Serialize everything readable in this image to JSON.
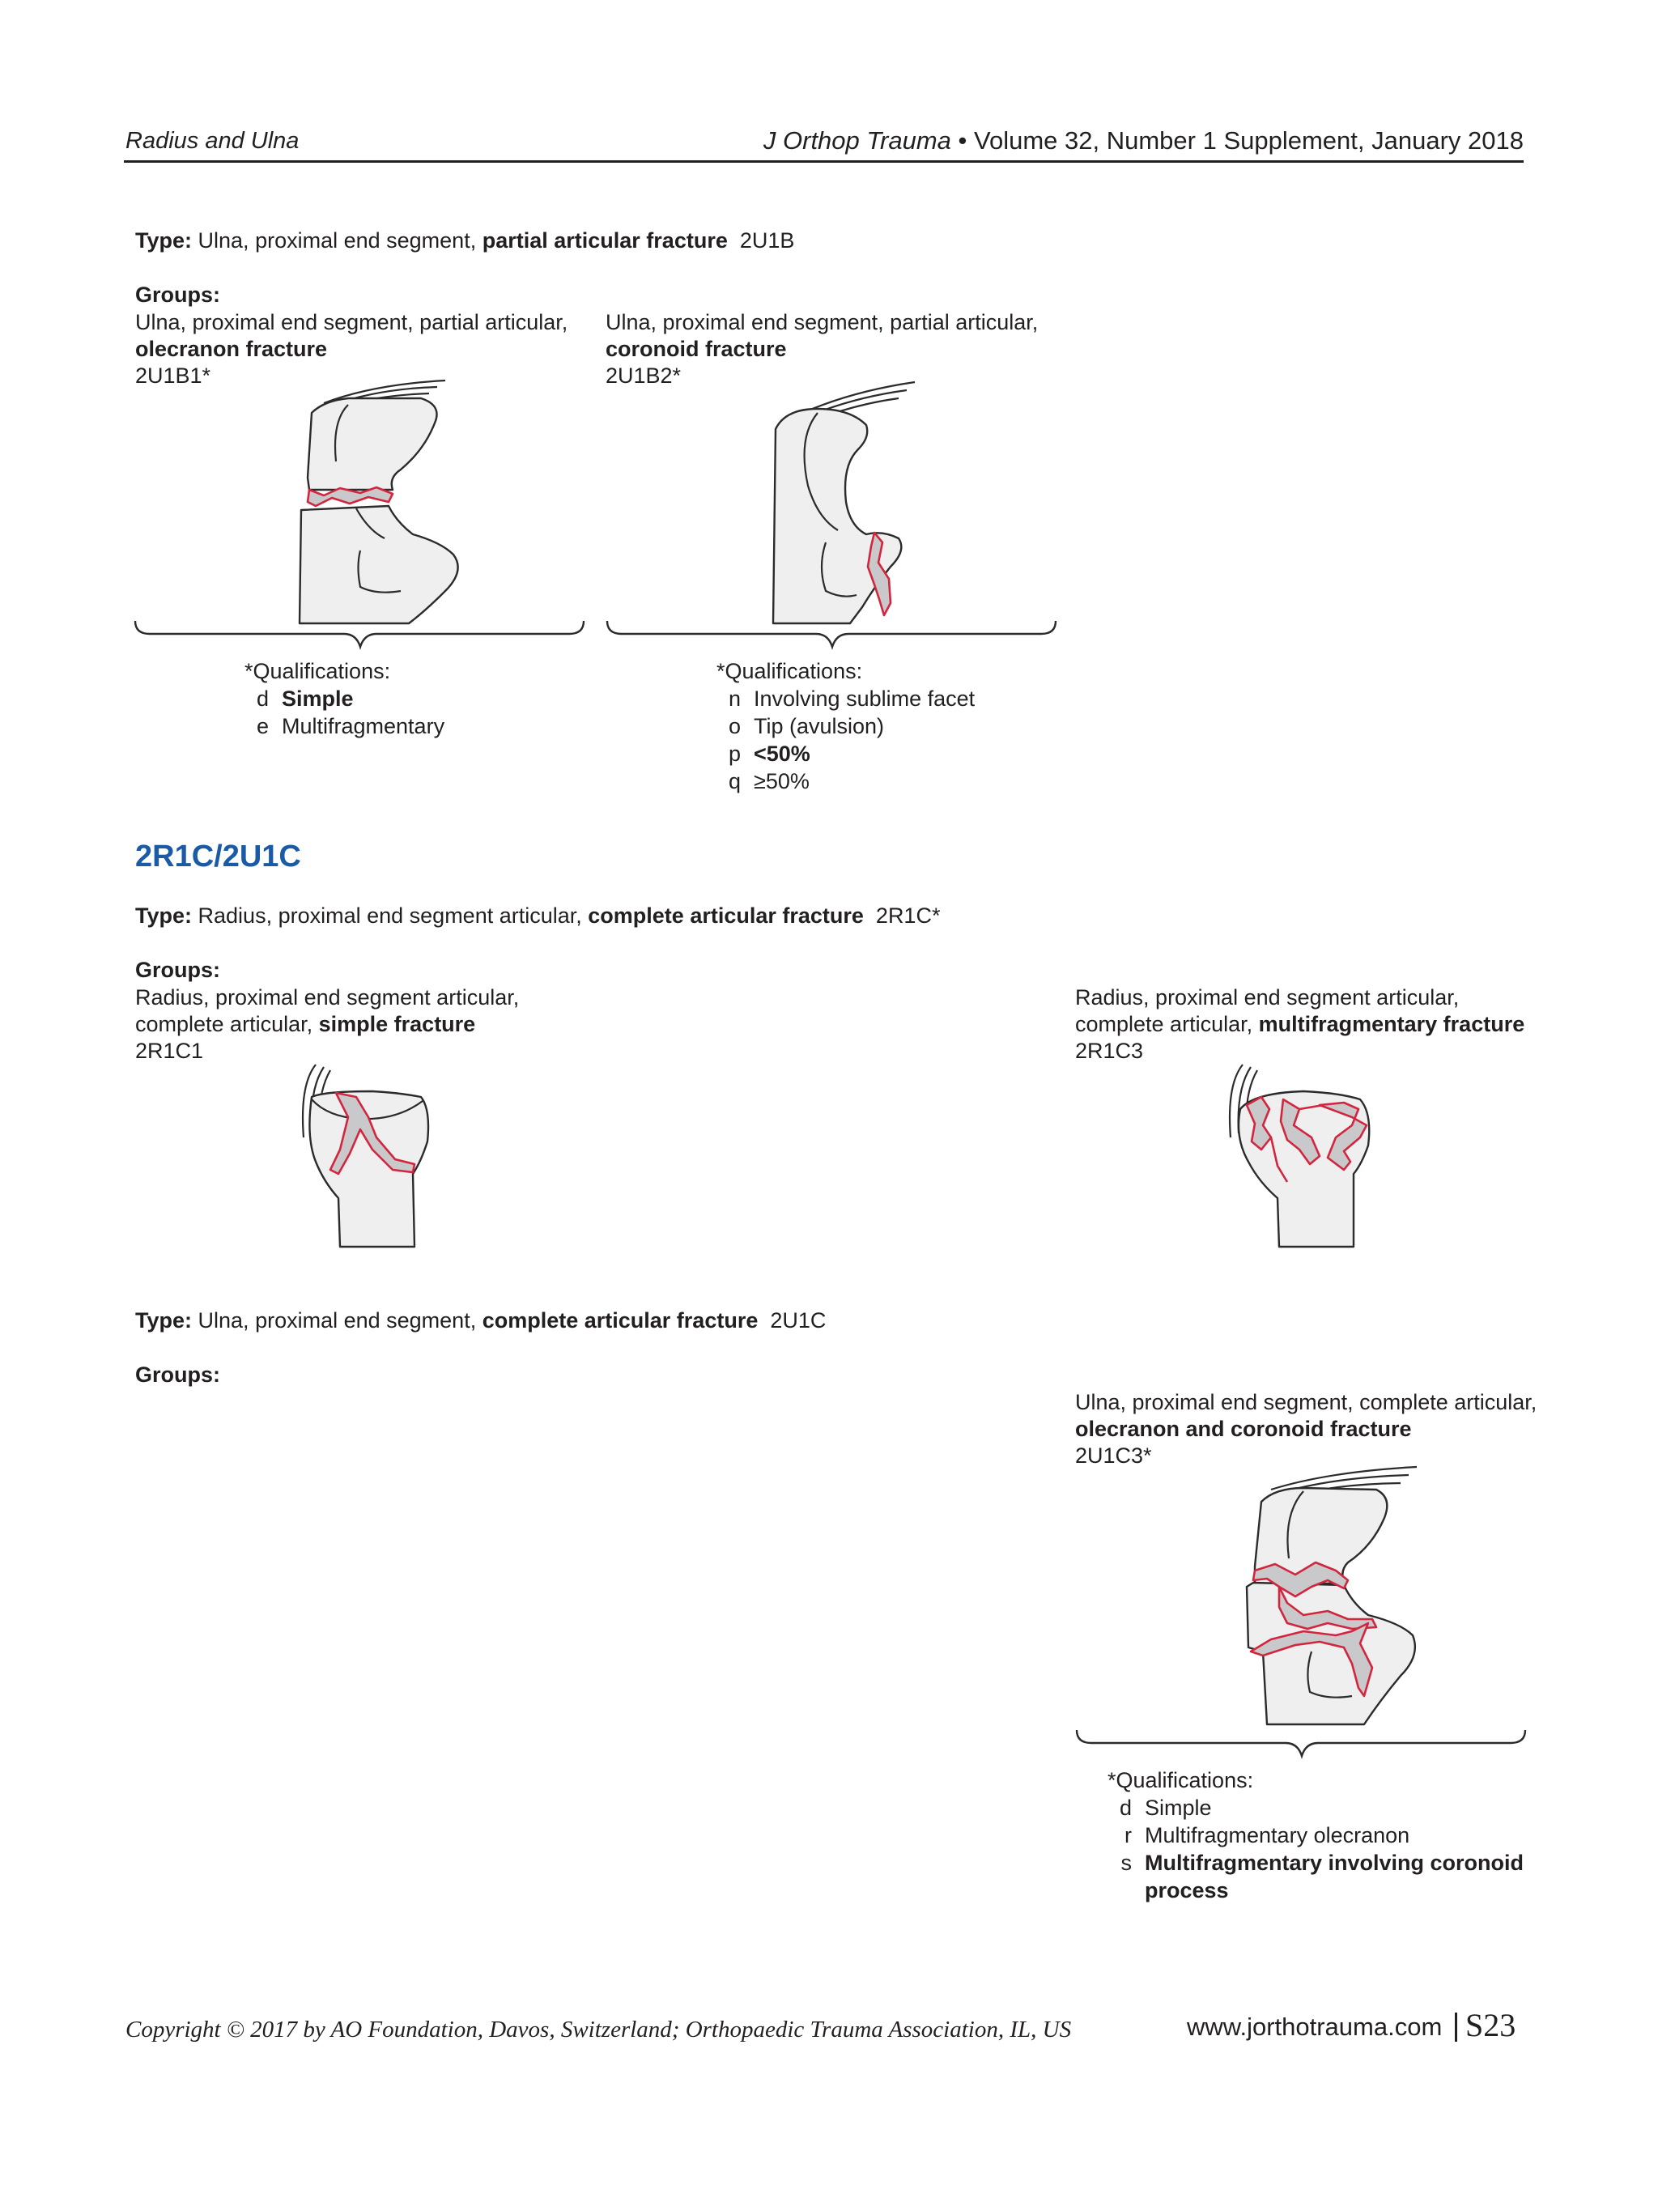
{
  "header": {
    "left": "Radius and Ulna",
    "journal": "J Orthop Trauma",
    "bullet": "•",
    "volume": "Volume 32, Number 1 Supplement, January 2018"
  },
  "type_2u1b": {
    "label": "Type:",
    "text": "Ulna, proximal end segment,",
    "bold": "partial articular fracture",
    "code": "2U1B"
  },
  "groups_label": "Groups:",
  "group_2u1b1": {
    "line1": "Ulna, proximal end segment, partial articular,",
    "bold": "olecranon fracture",
    "code": "2U1B1*",
    "qual_title": "*Qualifications:",
    "quals": [
      {
        "letter": "d",
        "text": "Simple"
      },
      {
        "letter": "e",
        "text": "Multifragmentary"
      }
    ]
  },
  "group_2u1b2": {
    "line1": "Ulna, proximal end segment, partial articular,",
    "bold": "coronoid fracture",
    "code": "2U1B2*",
    "qual_title": "*Qualifications:",
    "quals": [
      {
        "letter": "n",
        "text": "Involving sublime facet"
      },
      {
        "letter": "o",
        "text": "Tip (avulsion)"
      },
      {
        "letter": "p",
        "text": "<50%"
      },
      {
        "letter": "q",
        "text": "≥50%"
      }
    ]
  },
  "section_title": "2R1C/2U1C",
  "type_2r1c": {
    "label": "Type:",
    "text": "Radius, proximal end segment articular,",
    "bold": "complete articular fracture",
    "code": "2R1C*"
  },
  "group_2r1c1": {
    "line1": "Radius, proximal end segment articular,",
    "line2": "complete articular,",
    "bold": "simple fracture",
    "code": "2R1C1"
  },
  "group_2r1c3": {
    "line1": "Radius, proximal end segment articular,",
    "line2": "complete articular,",
    "bold": "multifragmentary fracture",
    "code": "2R1C3"
  },
  "type_2u1c": {
    "label": "Type:",
    "text": "Ulna, proximal end segment,",
    "bold": "complete articular fracture",
    "code": "2U1C"
  },
  "group_2u1c3": {
    "line1": "Ulna, proximal end segment, complete articular,",
    "bold": "olecranon and coronoid fracture",
    "code": "2U1C3*",
    "qual_title": "*Qualifications:",
    "quals": [
      {
        "letter": "d",
        "text": "Simple"
      },
      {
        "letter": "r",
        "text": "Multifragmentary olecranon"
      },
      {
        "letter": "s",
        "text": "Multifragmentary involving coronoid"
      }
    ],
    "qual_s_cont": "process"
  },
  "footer": {
    "copyright": "Copyright © 2017 by AO Foundation, Davos, Switzerland; Orthopaedic Trauma Association, IL, US",
    "website": "www.jorthotrauma.com",
    "page": "S23"
  }
}
